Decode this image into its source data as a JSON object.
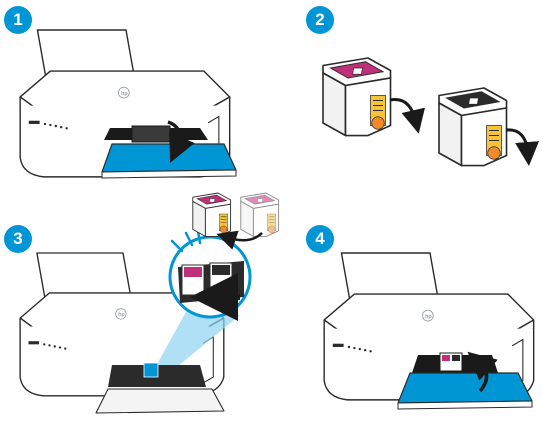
{
  "colors": {
    "accent": "#0096d6",
    "tray_blue": "#0096d6",
    "outline": "#2b2b2b",
    "magenta": "#c0307a",
    "label_orange": "#f08a2a",
    "label_yellow": "#f6c33b"
  },
  "steps": [
    {
      "number": "1",
      "icon": "printer-open-access-door-icon"
    },
    {
      "number": "2",
      "icon": "remove-cartridge-tape-icon"
    },
    {
      "number": "3",
      "icon": "insert-cartridges-icon"
    },
    {
      "number": "4",
      "icon": "close-access-door-icon"
    }
  ]
}
